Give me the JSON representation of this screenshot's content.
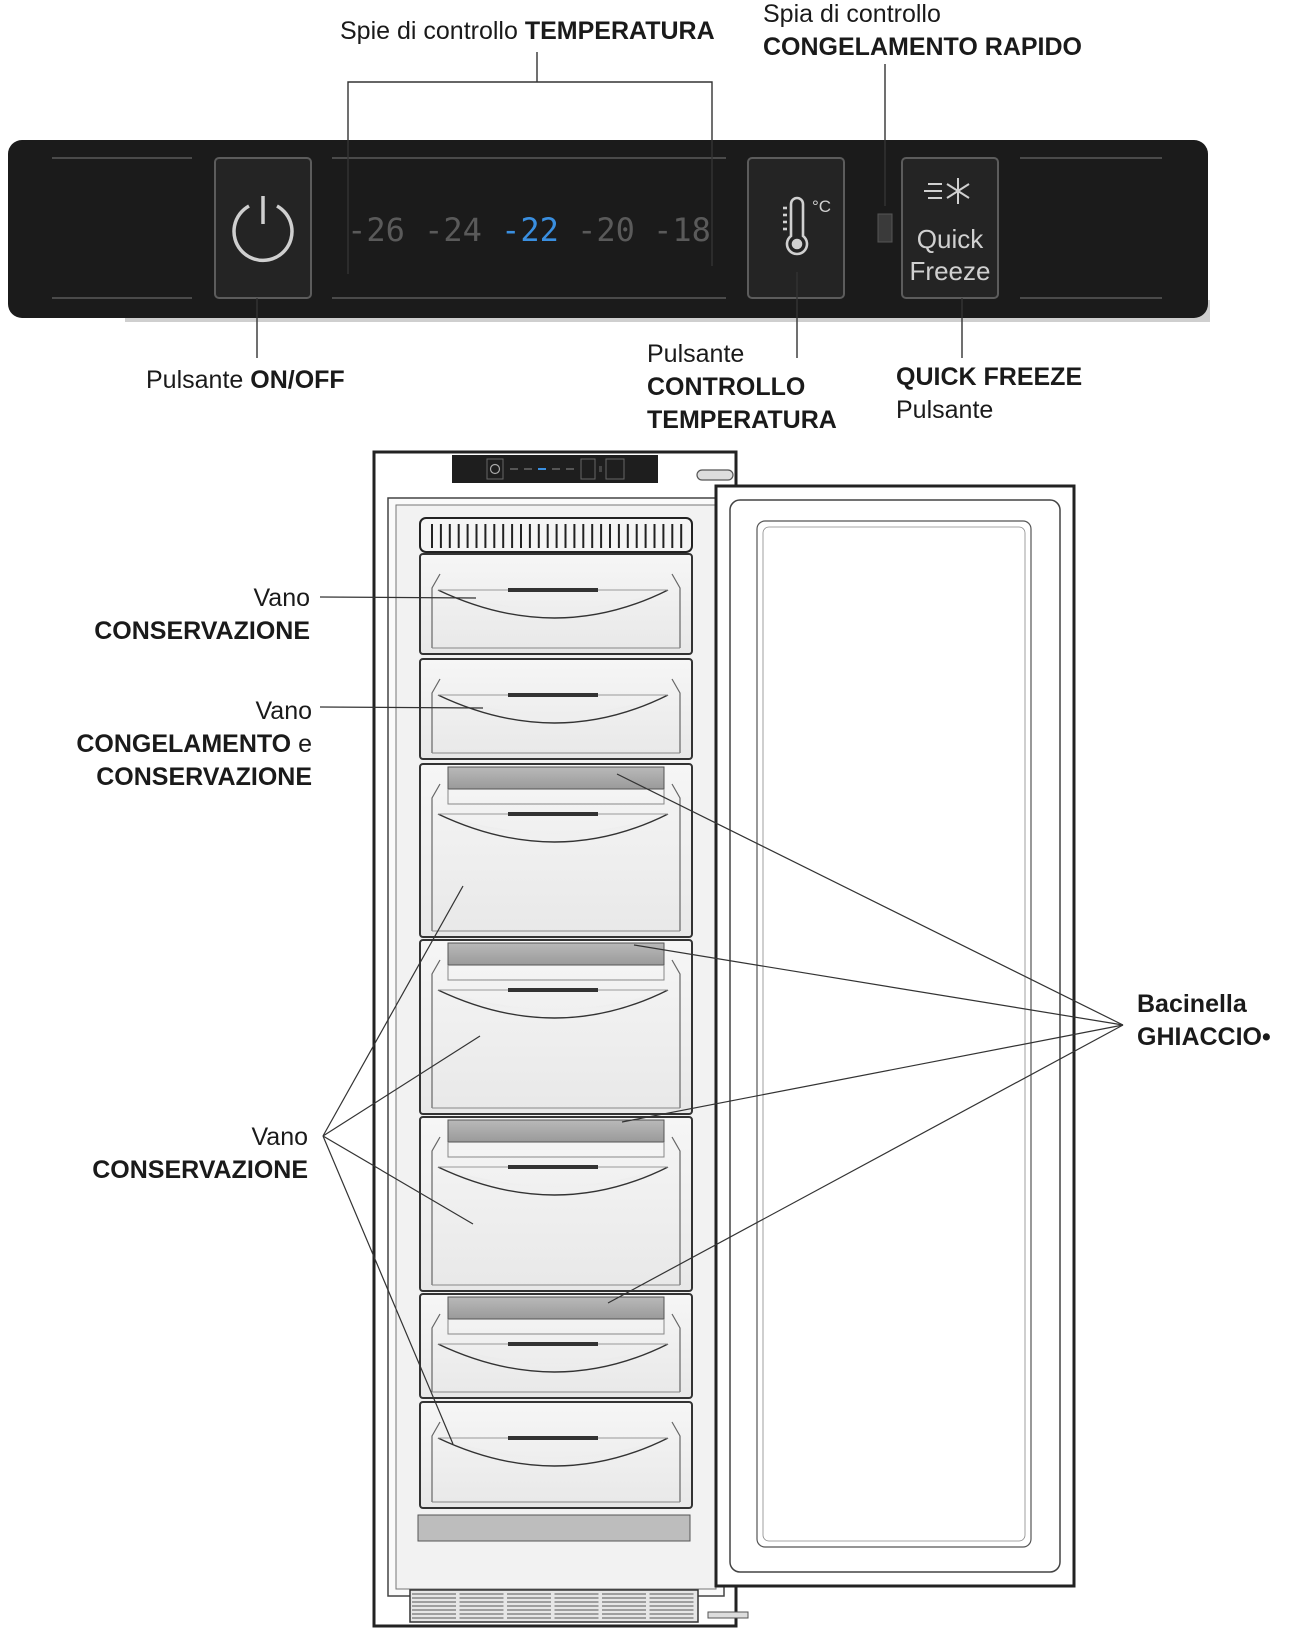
{
  "panel": {
    "temps": [
      "-26",
      "-24",
      "-22",
      "-20",
      "-18"
    ],
    "active_temp_index": 2,
    "temp_unit": "°C",
    "quick_freeze_line1": "Quick",
    "quick_freeze_line2": "Freeze",
    "display_active_color": "#3a8fe0",
    "display_inactive_color": "#5a5a5a",
    "panel_color": "#1b1b1b"
  },
  "labels": {
    "temp_lights": {
      "prefix": "Spie di controllo ",
      "bold": "TEMPERATURA"
    },
    "quick_freeze_light": {
      "line1": "Spia di controllo",
      "line2": "CONGELAMENTO RAPIDO"
    },
    "onoff_button": {
      "prefix": "Pulsante ",
      "bold": "ON/OFF"
    },
    "temp_button": {
      "line1": "Pulsante",
      "line2": "CONTROLLO",
      "line3": "TEMPERATURA"
    },
    "quick_freeze_button": {
      "line1": "QUICK FREEZE",
      "line2": "Pulsante"
    },
    "storage_top": {
      "line1": "Vano",
      "line2": "CONSERVAZIONE"
    },
    "freezing_storage": {
      "line1": "Vano",
      "line2a": "CONGELAMENTO",
      "line2b": " e",
      "line3": "CONSERVAZIONE"
    },
    "storage_lower": {
      "line1": "Vano",
      "line2": "CONSERVAZIONE"
    },
    "ice_tray": {
      "line1": "Bacinella",
      "line2": "GHIACCIO•"
    }
  }
}
